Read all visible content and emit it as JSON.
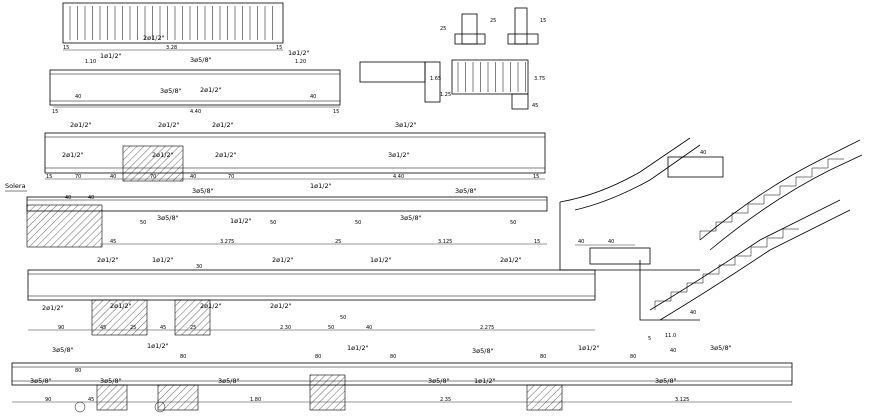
{
  "side_label": "Solera",
  "beams": [
    {
      "id": "beam-1",
      "top_labels": [
        "2ø1/2\""
      ],
      "dims": [
        "15",
        "3.28",
        "15"
      ]
    },
    {
      "id": "beam-2",
      "top_labels": [
        "1ø1/2\"",
        "3ø5/8\"",
        "1ø1/2\""
      ],
      "bottom_labels": [
        "3ø5/8\"",
        "2ø1/2\""
      ],
      "dims": [
        "1.10",
        "1.20",
        "40",
        "40",
        "15",
        "4.40",
        "15"
      ]
    },
    {
      "id": "beam-3",
      "top_labels": [
        "2ø1/2\"",
        "2ø1/2\"",
        "2ø1/2\"",
        "3ø1/2\""
      ],
      "bottom_labels": [
        "2ø1/2\"",
        "2ø1/2\"",
        "2ø1/2\"",
        "3ø1/2\""
      ],
      "dims": [
        "15",
        "70",
        "40",
        "70",
        "40",
        "70",
        "4.40",
        "15"
      ]
    },
    {
      "id": "beam-4",
      "top_labels": [
        "1ø1/2\"",
        "3ø5/8\"",
        "3ø5/8\""
      ],
      "bottom_labels": [
        "3ø5/8\"",
        "1ø1/2\"",
        "3ø5/8\""
      ],
      "dims": [
        "40",
        "40",
        "50",
        "50",
        "50",
        "50",
        "45",
        "3.275",
        "25",
        "3.125",
        "15"
      ]
    },
    {
      "id": "beam-5",
      "top_labels": [
        "2ø1/2\"",
        "1ø1/2\"",
        "2ø1/2\"",
        "1ø1/2\"",
        "2ø1/2\""
      ],
      "bottom_labels": [
        "2ø1/2\"",
        "2ø1/2\"",
        "2ø1/2\"",
        "2ø1/2\""
      ],
      "dims": [
        "30",
        "50",
        "90",
        "45",
        "25",
        "45",
        "25",
        "2.30",
        "50",
        "40",
        "2.275"
      ]
    },
    {
      "id": "beam-6",
      "top_labels": [
        "3ø5/8\"",
        "1ø1/2\"",
        "1ø1/2\"",
        "3ø5/8\"",
        "1ø1/2\"",
        "3ø5/8\""
      ],
      "bottom_labels": [
        "3ø5/8\"",
        "3ø5/8\"",
        "3ø5/8\"",
        "3ø5/8\"",
        "1ø1/2\"",
        "3ø5/8\""
      ],
      "dims": [
        "80",
        "80",
        "80",
        "80",
        "80",
        "80",
        "90",
        "45",
        "1.80",
        "2.35",
        "3.125"
      ]
    }
  ],
  "details": {
    "column_dims": [
      "25",
      "25",
      "15"
    ],
    "step_dims": [
      "1.65",
      "1.25",
      "3.75",
      "45"
    ],
    "stair_dims": [
      "40",
      "40",
      "40",
      "40",
      "40",
      "5",
      "11.0"
    ]
  }
}
